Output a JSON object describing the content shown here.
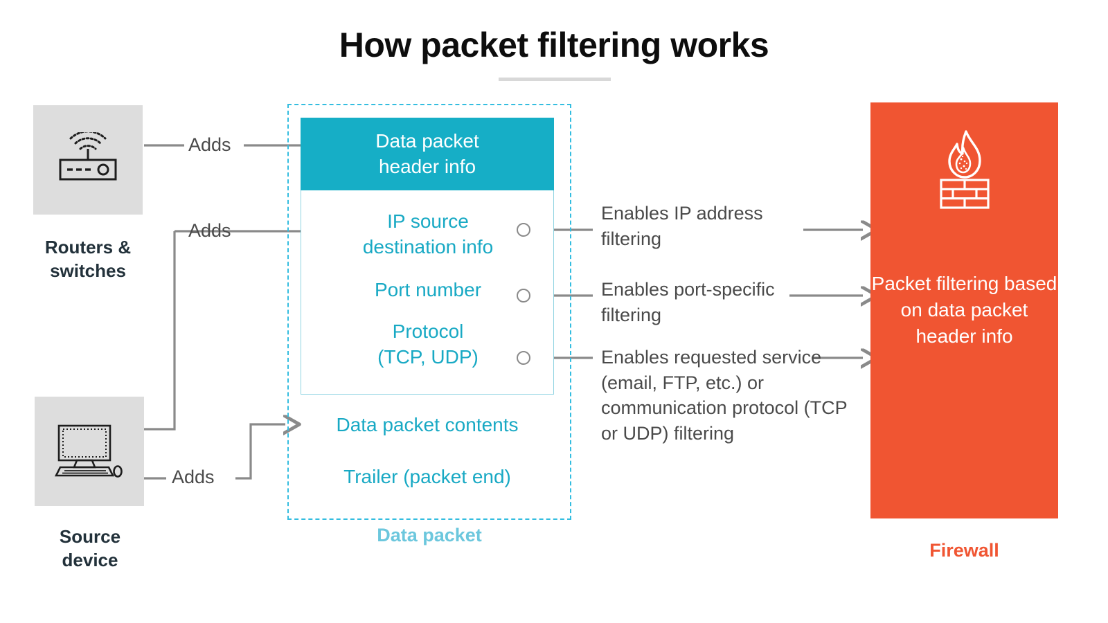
{
  "title": "How packet filtering works",
  "colors": {
    "teal": "#16aec6",
    "teal_light": "#6cc7dd",
    "teal_dotted": "#34bde0",
    "orange": "#f05532",
    "tile_gray": "#dddddd",
    "line_gray": "#8a8a8a",
    "text_dark": "#22313a",
    "text_body": "#4a4a4a"
  },
  "sources": [
    {
      "id": "routers",
      "icon": "router-wifi-icon",
      "label": "Routers &\nswitches",
      "label_line1": "Routers &",
      "label_line2": "switches"
    },
    {
      "id": "source-device",
      "icon": "desktop-computer-icon",
      "label": "Source\ndevice",
      "label_line1": "Source",
      "label_line2": "device"
    }
  ],
  "connectors": {
    "adds_1": "Adds",
    "adds_2": "Adds",
    "adds_3": "Adds"
  },
  "packet": {
    "caption": "Data packet",
    "header": {
      "line1": "Data packet",
      "line2": "header info"
    },
    "fields": [
      {
        "id": "ip",
        "line1": "IP source",
        "line2": "destination info",
        "has_dot": true
      },
      {
        "id": "port",
        "line1": "Port number",
        "line2": "",
        "has_dot": true
      },
      {
        "id": "protocol",
        "line1": "Protocol",
        "line2": "(TCP, UDP)",
        "has_dot": true
      }
    ],
    "outer_rows": [
      {
        "id": "contents",
        "text": "Data packet contents"
      },
      {
        "id": "trailer",
        "text": "Trailer (packet end)"
      }
    ]
  },
  "explanations": [
    {
      "id": "ip-filtering",
      "text": "Enables IP address filtering"
    },
    {
      "id": "port-filtering",
      "text": "Enables port-specific filtering"
    },
    {
      "id": "protocol-filtering",
      "text": "Enables requested service (email, FTP, etc.) or communication protocol (TCP or UDP) filtering"
    }
  ],
  "firewall": {
    "icon": "firewall-flame-brickwall-icon",
    "body": "Packet filtering based on data packet header info",
    "label": "Firewall"
  }
}
